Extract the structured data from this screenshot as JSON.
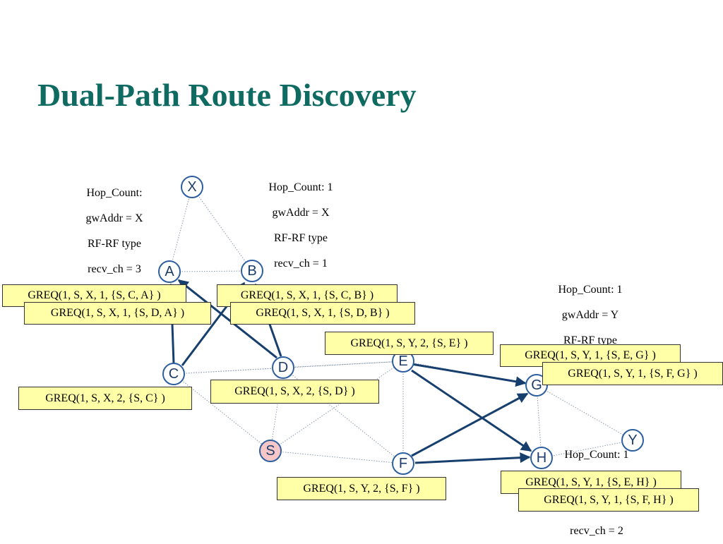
{
  "slide": {
    "title": "Dual-Path Route Discovery"
  },
  "nodes": {
    "X": "X",
    "A": "A",
    "B": "B",
    "C": "C",
    "D": "D",
    "E": "E",
    "G": "G",
    "S": "S",
    "F": "F",
    "H": "H",
    "Y": "Y"
  },
  "info_panels": {
    "a": [
      "Hop_Count:",
      "gwAddr = X",
      "RF-RF type",
      "recv_ch = 3"
    ],
    "b": [
      "Hop_Count: 1",
      "gwAddr = X",
      "RF-RF type",
      "recv_ch = 1"
    ],
    "g": [
      "Hop_Count: 1",
      "gwAddr = Y",
      "RF-RF type"
    ],
    "h_top": "Hop_Count: 1",
    "h_bottom": "recv_ch = 2"
  },
  "messages": {
    "a_ca": "GREQ(1, S, X, 1, {S, C, A} )",
    "a_da": "GREQ(1, S, X, 1, {S, D, A} )",
    "b_cb": "GREQ(1, S, X, 1, {S, C, B} )",
    "b_db": "GREQ(1, S, X, 1, {S, D, B} )",
    "e_se": "GREQ(1, S, Y, 2, {S, E} )",
    "g_eg": "GREQ(1, S, Y, 1, {S, E, G} )",
    "g_fg": "GREQ(1, S, Y, 1, {S, F, G} )",
    "c_sc": "GREQ(1, S, X, 2, {S, C} )",
    "d_sd": "GREQ(1, S, X, 2, {S, D} )",
    "f_sf": "GREQ(1, S, Y, 2, {S, F} )",
    "h_eh": "GREQ(1, S, Y, 1, {S, E, H} )",
    "h_fh": "GREQ(1, S, Y, 1, {S, F, H} )"
  },
  "colors": {
    "title": "#0f6b62",
    "node_border": "#2d5fa0",
    "source_fill": "#f7c7c7",
    "message_fill": "#ffffa8",
    "arrow": "#173f6e",
    "link": "#8a9bb0"
  }
}
